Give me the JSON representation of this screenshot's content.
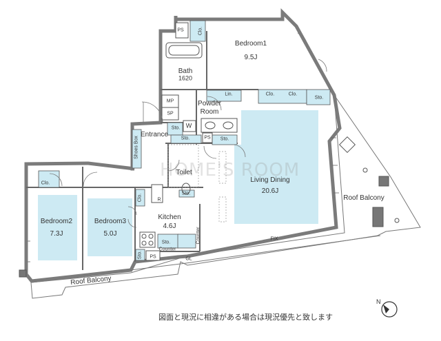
{
  "rooms": {
    "bedroom1": {
      "name": "Bedroom1",
      "size": "9.5J"
    },
    "bedroom2": {
      "name": "Bedroom2",
      "size": "7.3J"
    },
    "bedroom3": {
      "name": "Bedroom3",
      "size": "5.0J"
    },
    "living_dining": {
      "name": "Living Dining",
      "size": "20.6J"
    },
    "kitchen": {
      "name": "Kitchen",
      "size": "4.6J"
    },
    "bath": {
      "name": "Bath",
      "size": "1620"
    },
    "powder_room": {
      "name": "Powder Room"
    },
    "toilet": {
      "name": "Toilet"
    },
    "entrance": {
      "name": "Entrance"
    },
    "roof_balcony_east": {
      "name": "Roof Balcony"
    },
    "roof_balcony_south": {
      "name": "Roof Balcony"
    }
  },
  "fixtures": {
    "ps": "PS",
    "clo": "Clo.",
    "lin": "Lin.",
    "sto": "Sto.",
    "mp": "MP",
    "sp": "SP",
    "w": "W",
    "r": "R",
    "counter": "Counter",
    "shoe_box": "Shoes Box"
  },
  "markers": {
    "fix": "FIX",
    "gl": "GL"
  },
  "watermark": "HOME'S ROOM",
  "compass": {
    "label": "N"
  },
  "note": "図面と現況に相違がある場合は現況優先と致します",
  "colors": {
    "wall": "#7b7b7b",
    "storage": "#cdeaf3",
    "line": "#555555"
  }
}
